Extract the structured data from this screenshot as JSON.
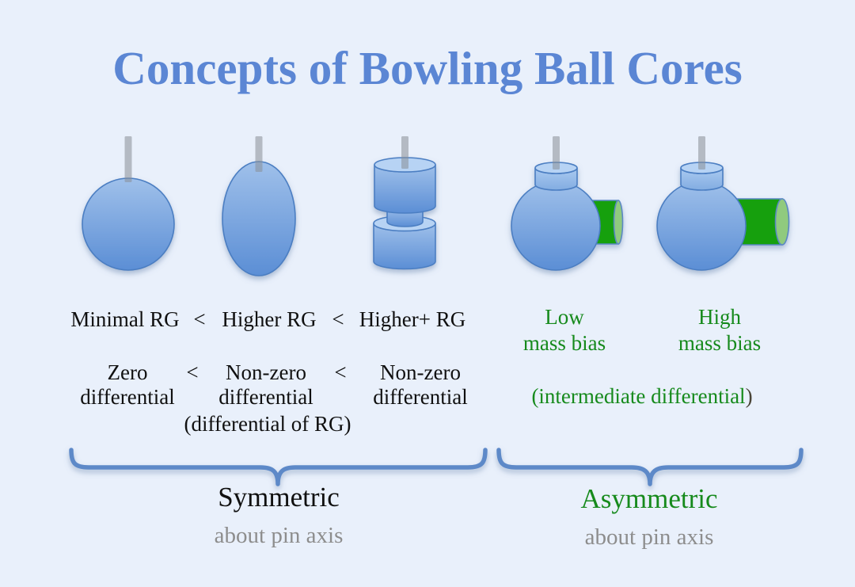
{
  "title": "Concepts of Bowling Ball Cores",
  "symmetric": {
    "rg_row": [
      "Minimal RG",
      "Higher RG",
      "Higher+ RG"
    ],
    "rg_separator": "<",
    "diff_row": [
      {
        "line1": "Zero",
        "line2": "differential"
      },
      {
        "line1": "Non-zero",
        "line2": "differential"
      },
      {
        "line1": "Non-zero",
        "line2": "differential"
      }
    ],
    "diff_separator": "<",
    "diff_note": "(differential of RG)",
    "brace_label": "Symmetric",
    "brace_sublabel": "about pin axis"
  },
  "asymmetric": {
    "mass_bias": [
      {
        "line1": "Low",
        "line2": "mass bias"
      },
      {
        "line1": "High",
        "line2": "mass bias"
      }
    ],
    "note_main": "(intermediate differential",
    "note_close": ")",
    "brace_label": "Asymmetric",
    "brace_sublabel": "about pin axis"
  },
  "figures": [
    {
      "icon": "minimal-rg-sphere-core-icon"
    },
    {
      "icon": "higher-rg-oval-core-icon"
    },
    {
      "icon": "higher-plus-rg-stacked-cylinder-core-icon"
    },
    {
      "icon": "low-mass-bias-core-icon"
    },
    {
      "icon": "high-mass-bias-core-icon"
    }
  ],
  "colors": {
    "background": "#e9f0fb",
    "title_blue": "#5b86d4",
    "text_black": "#101010",
    "text_green": "#168a1c",
    "text_gray": "#8d8d8d",
    "paren_dark": "#4a4437",
    "brace_blue": "#5d89c8",
    "ball_fill_top": "#9fc0ea",
    "ball_fill_bottom": "#5b8ed5",
    "ball_border": "#4b7ec2",
    "cap_face": "#b7d3f4",
    "green_cylinder": "#12a00f",
    "green_cylinder_face": "#90ca7e",
    "pin_gray": "#888e96"
  }
}
